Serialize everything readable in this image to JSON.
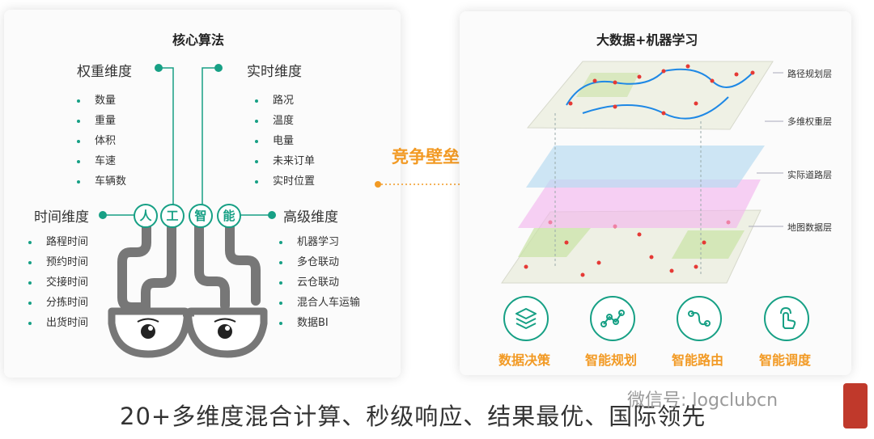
{
  "left_panel": {
    "title": "核心算法",
    "weight": {
      "title": "权重维度",
      "items": [
        "数量",
        "重量",
        "体积",
        "车速",
        "车辆数"
      ]
    },
    "realtime": {
      "title": "实时维度",
      "items": [
        "路况",
        "温度",
        "电量",
        "未来订单",
        "实时位置"
      ]
    },
    "time": {
      "title": "时间维度",
      "items": [
        "路程时间",
        "预约时间",
        "交接时间",
        "分拣时间",
        "出货时间"
      ]
    },
    "advanced": {
      "title": "高级维度",
      "items": [
        "机器学习",
        "多仓联动",
        "云仓联动",
        "混合人车运输",
        "数据BI"
      ]
    },
    "ai_chars": [
      "人",
      "工",
      "智",
      "能"
    ]
  },
  "center_label": "竞争壁垒",
  "right_panel": {
    "title": "大数据+机器学习",
    "layers": [
      "路径规划层",
      "多维权重层",
      "实际道路层",
      "地图数据层"
    ],
    "features": [
      {
        "label": "数据决策",
        "icon": "layers-icon"
      },
      {
        "label": "智能规划",
        "icon": "route-nodes-icon"
      },
      {
        "label": "智能路由",
        "icon": "path-curve-icon"
      },
      {
        "label": "智能调度",
        "icon": "touch-hand-icon"
      }
    ]
  },
  "bottom_text": "20+多维度混合计算、秒级响应、结果最优、国际领先",
  "watermark": "微信号: logclubcn",
  "colors": {
    "accent_green": "#17a085",
    "accent_orange": "#f29a24",
    "pipe_gray": "#777777"
  }
}
